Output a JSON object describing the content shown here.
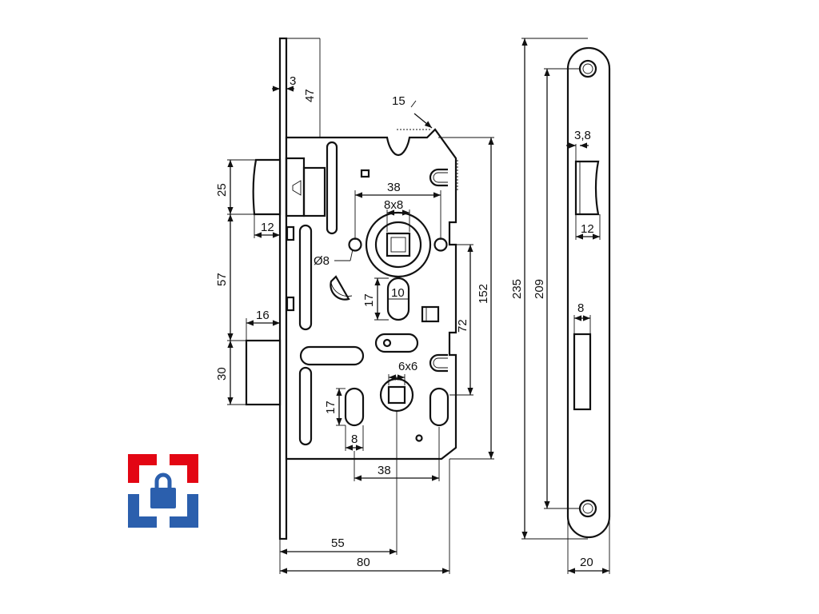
{
  "drawing": {
    "dimensions": {
      "faceplate_thickness": "3",
      "backset_offset": "47",
      "chamfer": "15",
      "spindle_center_distance_top": "38",
      "spindle_square": "8x8",
      "hole_diameter": "Ø8",
      "slot_height_top": "17",
      "slot_width_top": "10",
      "latch_height": "25",
      "latch_projection": "12",
      "latch_to_bolt": "57",
      "bolt_projection": "16",
      "bolt_height": "30",
      "center_distance": "72",
      "case_height": "152",
      "lower_square": "6x6",
      "slot_height_bottom": "17",
      "slot_width_bottom": "8",
      "hole_spacing_bottom": "38",
      "backset": "55",
      "case_depth": "80",
      "faceplate_length": "235",
      "screw_spacing": "209",
      "latch_hole_offset": "3,8",
      "latch_hole_width": "12",
      "bolt_hole_width": "8",
      "faceplate_width": "20"
    },
    "logo": {
      "colors": {
        "red": "#e30613",
        "blue": "#2b5fad"
      }
    }
  }
}
